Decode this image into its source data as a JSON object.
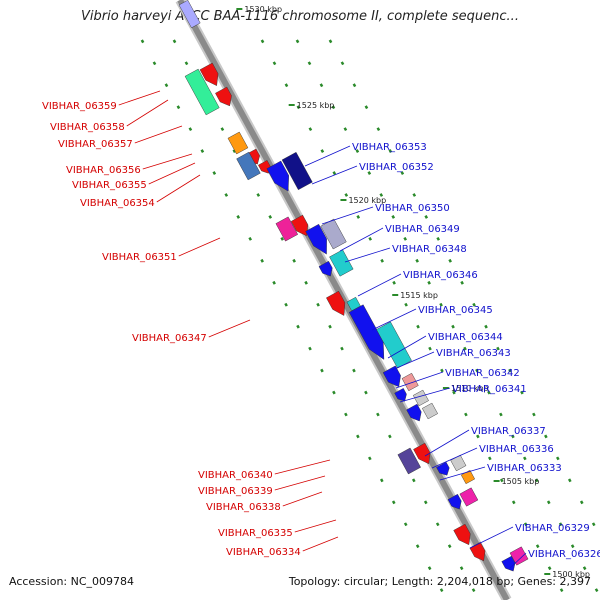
{
  "title": "Vibrio harveyi ATCC BAA-1116 chromosome II, complete sequenc...",
  "accession": "Accession: NC_009784",
  "summary": "Topology: circular; Length: 2,204,018 bp; Genes: 2,397",
  "colors": {
    "forward_label": "#d40000",
    "reverse_label": "#1010cc",
    "backbone": "#8a8a8a",
    "tick": "#2a8a2a"
  },
  "kbp_marks": [
    "1530 kbp",
    "1525 kbp",
    "1520 kbp",
    "1515 kbp",
    "1510 kbp",
    "1505 kbp",
    "1500 kbp"
  ],
  "forward_labels": [
    "VIBHAR_06359",
    "VIBHAR_06358",
    "VIBHAR_06357",
    "VIBHAR_06356",
    "VIBHAR_06355",
    "VIBHAR_06354",
    "VIBHAR_06351",
    "VIBHAR_06347",
    "VIBHAR_06340",
    "VIBHAR_06339",
    "VIBHAR_06338",
    "VIBHAR_06335",
    "VIBHAR_06334"
  ],
  "reverse_labels": [
    "VIBHAR_06353",
    "VIBHAR_06352",
    "VIBHAR_06350",
    "VIBHAR_06349",
    "VIBHAR_06348",
    "VIBHAR_06346",
    "VIBHAR_06345",
    "VIBHAR_06344",
    "VIBHAR_06343",
    "VIBHAR_06342",
    "VIBHAR_06341",
    "VIBHAR_06337",
    "VIBHAR_06336",
    "VIBHAR_06333",
    "VIBHAR_06329",
    "VIBHAR_06326"
  ]
}
